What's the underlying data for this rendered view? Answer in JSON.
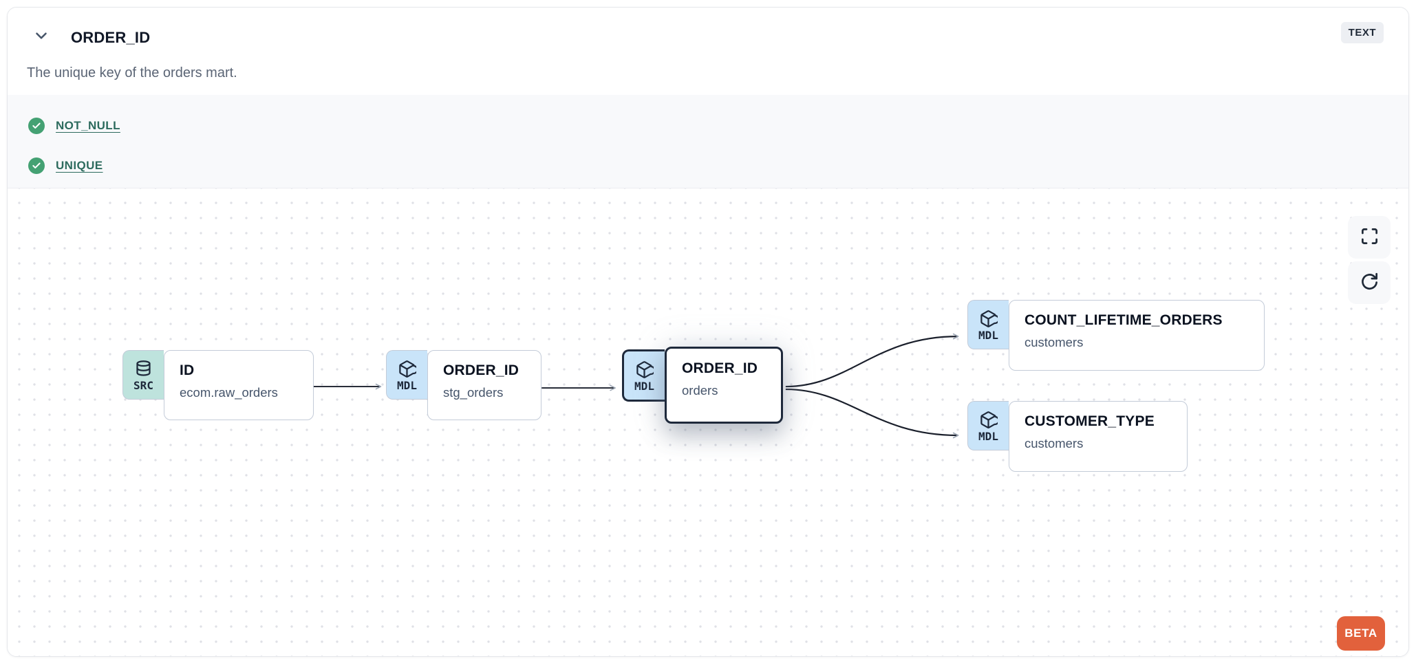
{
  "header": {
    "title": "ORDER_ID",
    "type_badge": "TEXT",
    "description": "The unique key of the orders mart.",
    "collapse_icon": "chevron-down"
  },
  "tests": [
    {
      "label": "NOT_NULL",
      "status": "pass",
      "icon": "check-circle-icon"
    },
    {
      "label": "UNIQUE",
      "status": "pass",
      "icon": "check-circle-icon"
    }
  ],
  "lineage": {
    "nodes": [
      {
        "badge": "SRC",
        "icon": "database-icon",
        "title": "ID",
        "subtitle": "ecom.raw_orders",
        "selected": false
      },
      {
        "badge": "MDL",
        "icon": "box-icon",
        "title": "ORDER_ID",
        "subtitle": "stg_orders",
        "selected": false
      },
      {
        "badge": "MDL",
        "icon": "box-icon",
        "title": "ORDER_ID",
        "subtitle": "orders",
        "selected": true
      },
      {
        "badge": "MDL",
        "icon": "box-icon",
        "title": "COUNT_LIFETIME_ORDERS",
        "subtitle": "customers",
        "selected": false
      },
      {
        "badge": "MDL",
        "icon": "box-icon",
        "title": "CUSTOMER_TYPE",
        "subtitle": "customers",
        "selected": false
      }
    ],
    "edges": [
      {
        "from": "ID (ecom.raw_orders)",
        "to": "ORDER_ID (stg_orders)"
      },
      {
        "from": "ORDER_ID (stg_orders)",
        "to": "ORDER_ID (orders)"
      },
      {
        "from": "ORDER_ID (orders)",
        "to": "COUNT_LIFETIME_ORDERS (customers)"
      },
      {
        "from": "ORDER_ID (orders)",
        "to": "CUSTOMER_TYPE (customers)"
      }
    ],
    "controls": {
      "fullscreen_icon": "maximize",
      "refresh_icon": "rotate-cw"
    },
    "beta_label": "BETA"
  },
  "colors": {
    "src_badge_bg": "#bee3dd",
    "mdl_badge_bg": "#c9e4f9",
    "selected_border": "#1e293b",
    "node_border": "#c3cbd8",
    "check_green": "#44a173",
    "test_link": "#2d6b5e",
    "beta_orange": "#e2613c",
    "tests_section_bg": "#f8f9fb",
    "type_badge_bg": "#edeff3",
    "edge_line": "#1a1f2b",
    "edge_arrow": "#9aa4b2",
    "dot_grid": "#dfe0e6"
  }
}
